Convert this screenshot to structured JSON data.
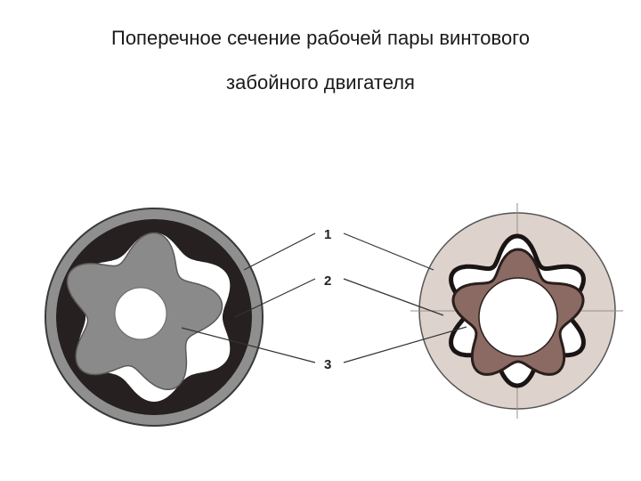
{
  "title": {
    "line1": "Поперечное сечение рабочей пары винтового",
    "line2": "забойного двигателя"
  },
  "callouts": [
    {
      "number": "1",
      "target": "stator-housing"
    },
    {
      "number": "2",
      "target": "stator-lining"
    },
    {
      "number": "3",
      "target": "rotor"
    }
  ],
  "colors": {
    "left_housing": "#8f8f8f",
    "left_lining": "#262020",
    "left_rotor": "#8a8a8a",
    "right_housing": "#ddd2cc",
    "right_rotor": "#8a6a62",
    "leader": "#333333"
  }
}
